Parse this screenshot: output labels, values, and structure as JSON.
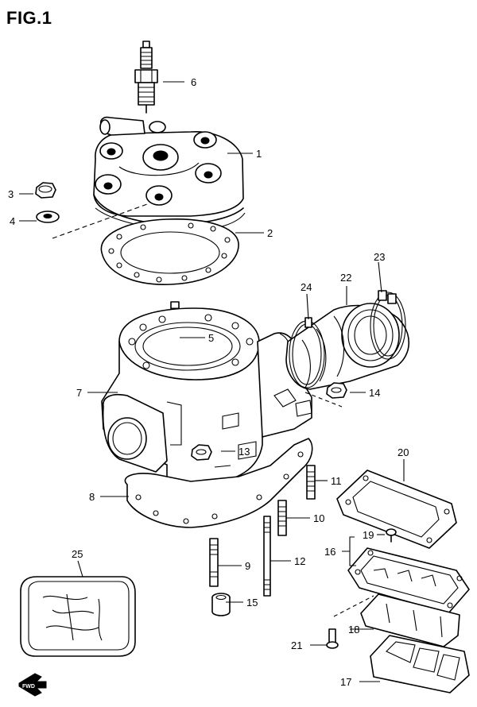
{
  "figure": {
    "title": "FIG.1"
  },
  "callouts": {
    "c1": "1",
    "c2": "2",
    "c3": "3",
    "c4": "4",
    "c5": "5",
    "c6": "6",
    "c7": "7",
    "c8": "8",
    "c9": "9",
    "c10": "10",
    "c11": "11",
    "c12": "12",
    "c13": "13",
    "c14": "14",
    "c15": "15",
    "c16": "16",
    "c17": "17",
    "c18": "18",
    "c19": "19",
    "c20": "20",
    "c21": "21",
    "c22": "22",
    "c23": "23",
    "c24": "24",
    "c25": "25"
  },
  "direction_badge": "FWD"
}
